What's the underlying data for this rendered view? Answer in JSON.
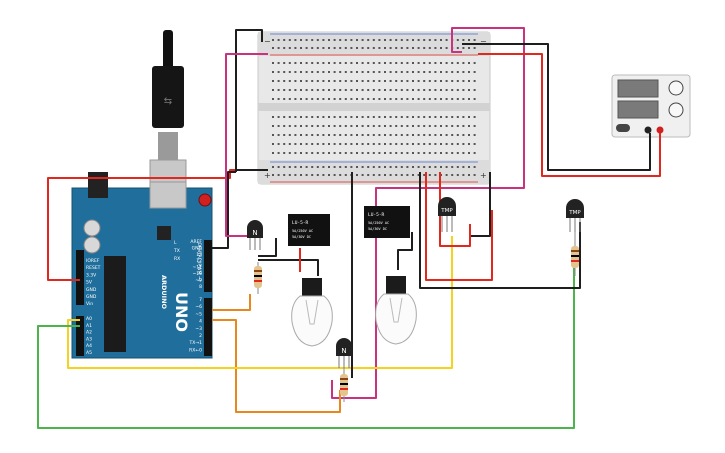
{
  "arduino": {
    "board_name": "ARDUINO",
    "model": "UNO",
    "digital_label": "DIGITAL (PWM ~)",
    "power_pins": [
      "IOREF",
      "RESET",
      "3.3V",
      "5V",
      "GND",
      "GND",
      "Vin"
    ],
    "analog_pins": [
      "A0",
      "A1",
      "A2",
      "A3",
      "A4",
      "A5"
    ],
    "top_pins": [
      "AREF",
      "GND",
      "13",
      "12",
      "~11",
      "~10",
      "~9",
      "8"
    ],
    "bottom_pins": [
      "7",
      "~6",
      "~5",
      "4",
      "~3",
      "2",
      "TX→1",
      "RX←0"
    ],
    "tx_label": "TX",
    "rx_label": "RX",
    "l_label": "L"
  },
  "relay1": {
    "name": "LU-5-R",
    "lines": [
      "5A/250V AC",
      "5A/30V DC"
    ]
  },
  "relay2": {
    "name": "LU-5-R",
    "lines": [
      "5A/250V AC",
      "5A/30V DC"
    ]
  },
  "transistor_label": "N",
  "temp_sensor_label": "TMP",
  "breadboard_minus": "−",
  "breadboard_plus": "+",
  "colors": {
    "red": "#e0281e",
    "black": "#1e1e1e",
    "magenta": "#c8327f",
    "orange": "#e8871e",
    "yellow": "#f5d21e",
    "green": "#4bb44b",
    "board": "#1f6e9c"
  }
}
